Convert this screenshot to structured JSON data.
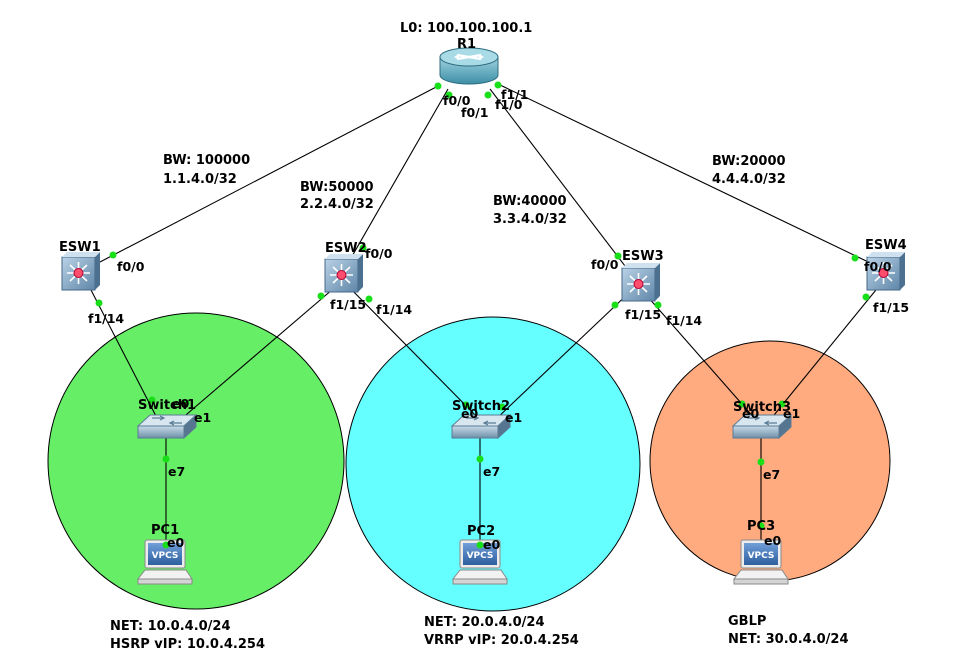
{
  "colors": {
    "zone1": "#66ee66",
    "zone2": "#66ffff",
    "zone3": "#ffaa7f",
    "link_dot": "#18e018"
  },
  "router": {
    "name": "R1",
    "loopback": "L0: 100.100.100.1",
    "icon": "router-icon"
  },
  "esw": [
    {
      "name": "ESW1",
      "icon": "multilayer-switch-icon"
    },
    {
      "name": "ESW2",
      "icon": "multilayer-switch-icon"
    },
    {
      "name": "ESW3",
      "icon": "multilayer-switch-icon"
    },
    {
      "name": "ESW4",
      "icon": "multilayer-switch-icon"
    }
  ],
  "switches": [
    {
      "name": "Switch1",
      "icon": "switch-icon"
    },
    {
      "name": "Switch2",
      "icon": "switch-icon"
    },
    {
      "name": "Switch3",
      "icon": "switch-icon"
    }
  ],
  "pcs": [
    {
      "name": "PC1",
      "badge": "VPCS",
      "icon": "pc-icon"
    },
    {
      "name": "PC2",
      "badge": "VPCS",
      "icon": "pc-icon"
    },
    {
      "name": "PC3",
      "badge": "VPCS",
      "icon": "pc-icon"
    }
  ],
  "uplinks": [
    {
      "bw": "BW: 100000",
      "net": "1.1.4.0/32"
    },
    {
      "bw": "BW:50000",
      "net": "2.2.4.0/32"
    },
    {
      "bw": "BW:40000",
      "net": "3.3.4.0/32"
    },
    {
      "bw": "BW:20000",
      "net": "4.4.4.0/32"
    }
  ],
  "ports": {
    "r1_f00": "f0/0",
    "r1_f01": "f0/1",
    "r1_f10": "f1/0",
    "r1_f11": "f1/1",
    "esw1_f00": "f0/0",
    "esw1_f114": "f1/14",
    "esw2_f00": "f0/0",
    "esw2_f115": "f1/15",
    "esw2_f114": "f1/14",
    "esw3_f00": "f0/0",
    "esw3_f115": "f1/15",
    "esw3_f114": "f1/14",
    "esw4_f00": "f0/0",
    "esw4_f115": "f1/15",
    "sw1_e0": "e0",
    "sw1_e1": "e1",
    "sw1_e7": "e7",
    "sw2_e0": "e0",
    "sw2_e1": "e1",
    "sw2_e7": "e7",
    "sw3_e0": "e0",
    "sw3_e1": "e1",
    "sw3_e7": "e7",
    "pc1_e0": "e0",
    "pc2_e0": "e0",
    "pc3_e0": "e0"
  },
  "notes": {
    "zone1_net": "NET: 10.0.4.0/24",
    "zone1_vip": "HSRP vIP: 10.0.4.254",
    "zone2_net": "NET: 20.0.4.0/24",
    "zone2_vip": "VRRP vIP: 20.0.4.254",
    "zone3_proto": "GBLP",
    "zone3_net": "NET: 30.0.4.0/24"
  }
}
